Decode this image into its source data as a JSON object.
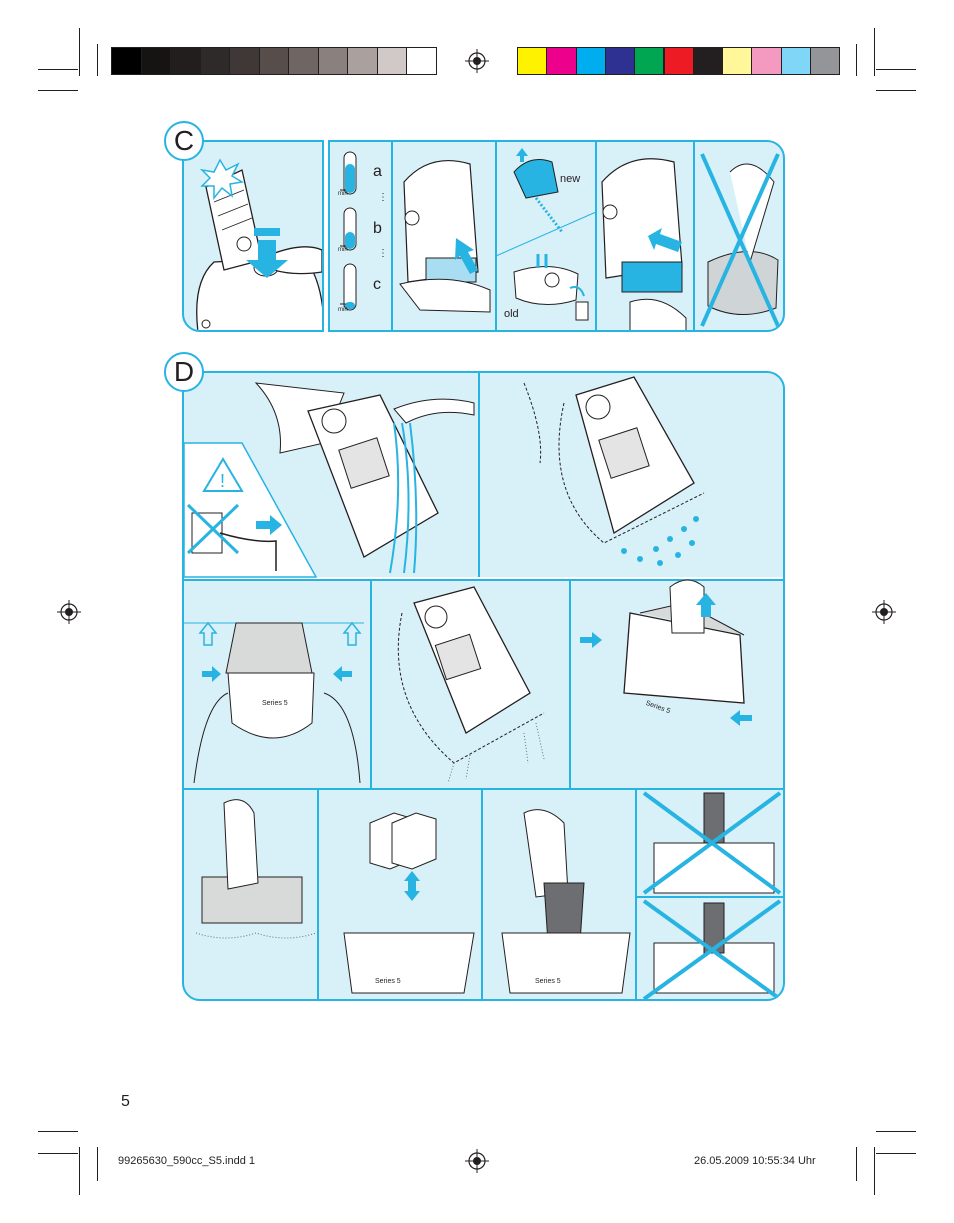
{
  "colors": {
    "accent": "#27b4e3",
    "panel_fill": "#d8f0f8",
    "gray_bar": [
      "#000000",
      "#161413",
      "#221e1d",
      "#2e2a29",
      "#3f3837",
      "#574e4c",
      "#6f6563",
      "#8a807d",
      "#aaa19e",
      "#d0c9c7",
      "#ffffff"
    ],
    "color_bar": [
      "#fff200",
      "#ec008c",
      "#00aeef",
      "#2e3192",
      "#00a651",
      "#ed1c24",
      "#231f20",
      "#fff799",
      "#f49ac1",
      "#7fd6f7",
      "#939598"
    ]
  },
  "section_c": {
    "label": "C"
  },
  "section_d": {
    "label": "D"
  },
  "vials": {
    "a": "a",
    "b": "b",
    "c": "c",
    "min": "min"
  },
  "cartridge": {
    "new": "new",
    "old": "old"
  },
  "shaver": {
    "series": "Series 5"
  },
  "footer": {
    "page_number": "5",
    "file": "99265630_590cc_S5.indd   1",
    "date": "26.05.2009   10:55:34 Uhr"
  },
  "icons": [
    "registration-mark-icon",
    "warning-triangle-icon",
    "cross-out-icon",
    "arrow-icon",
    "water-drop-icon",
    "vial-icon",
    "plug-icon"
  ]
}
